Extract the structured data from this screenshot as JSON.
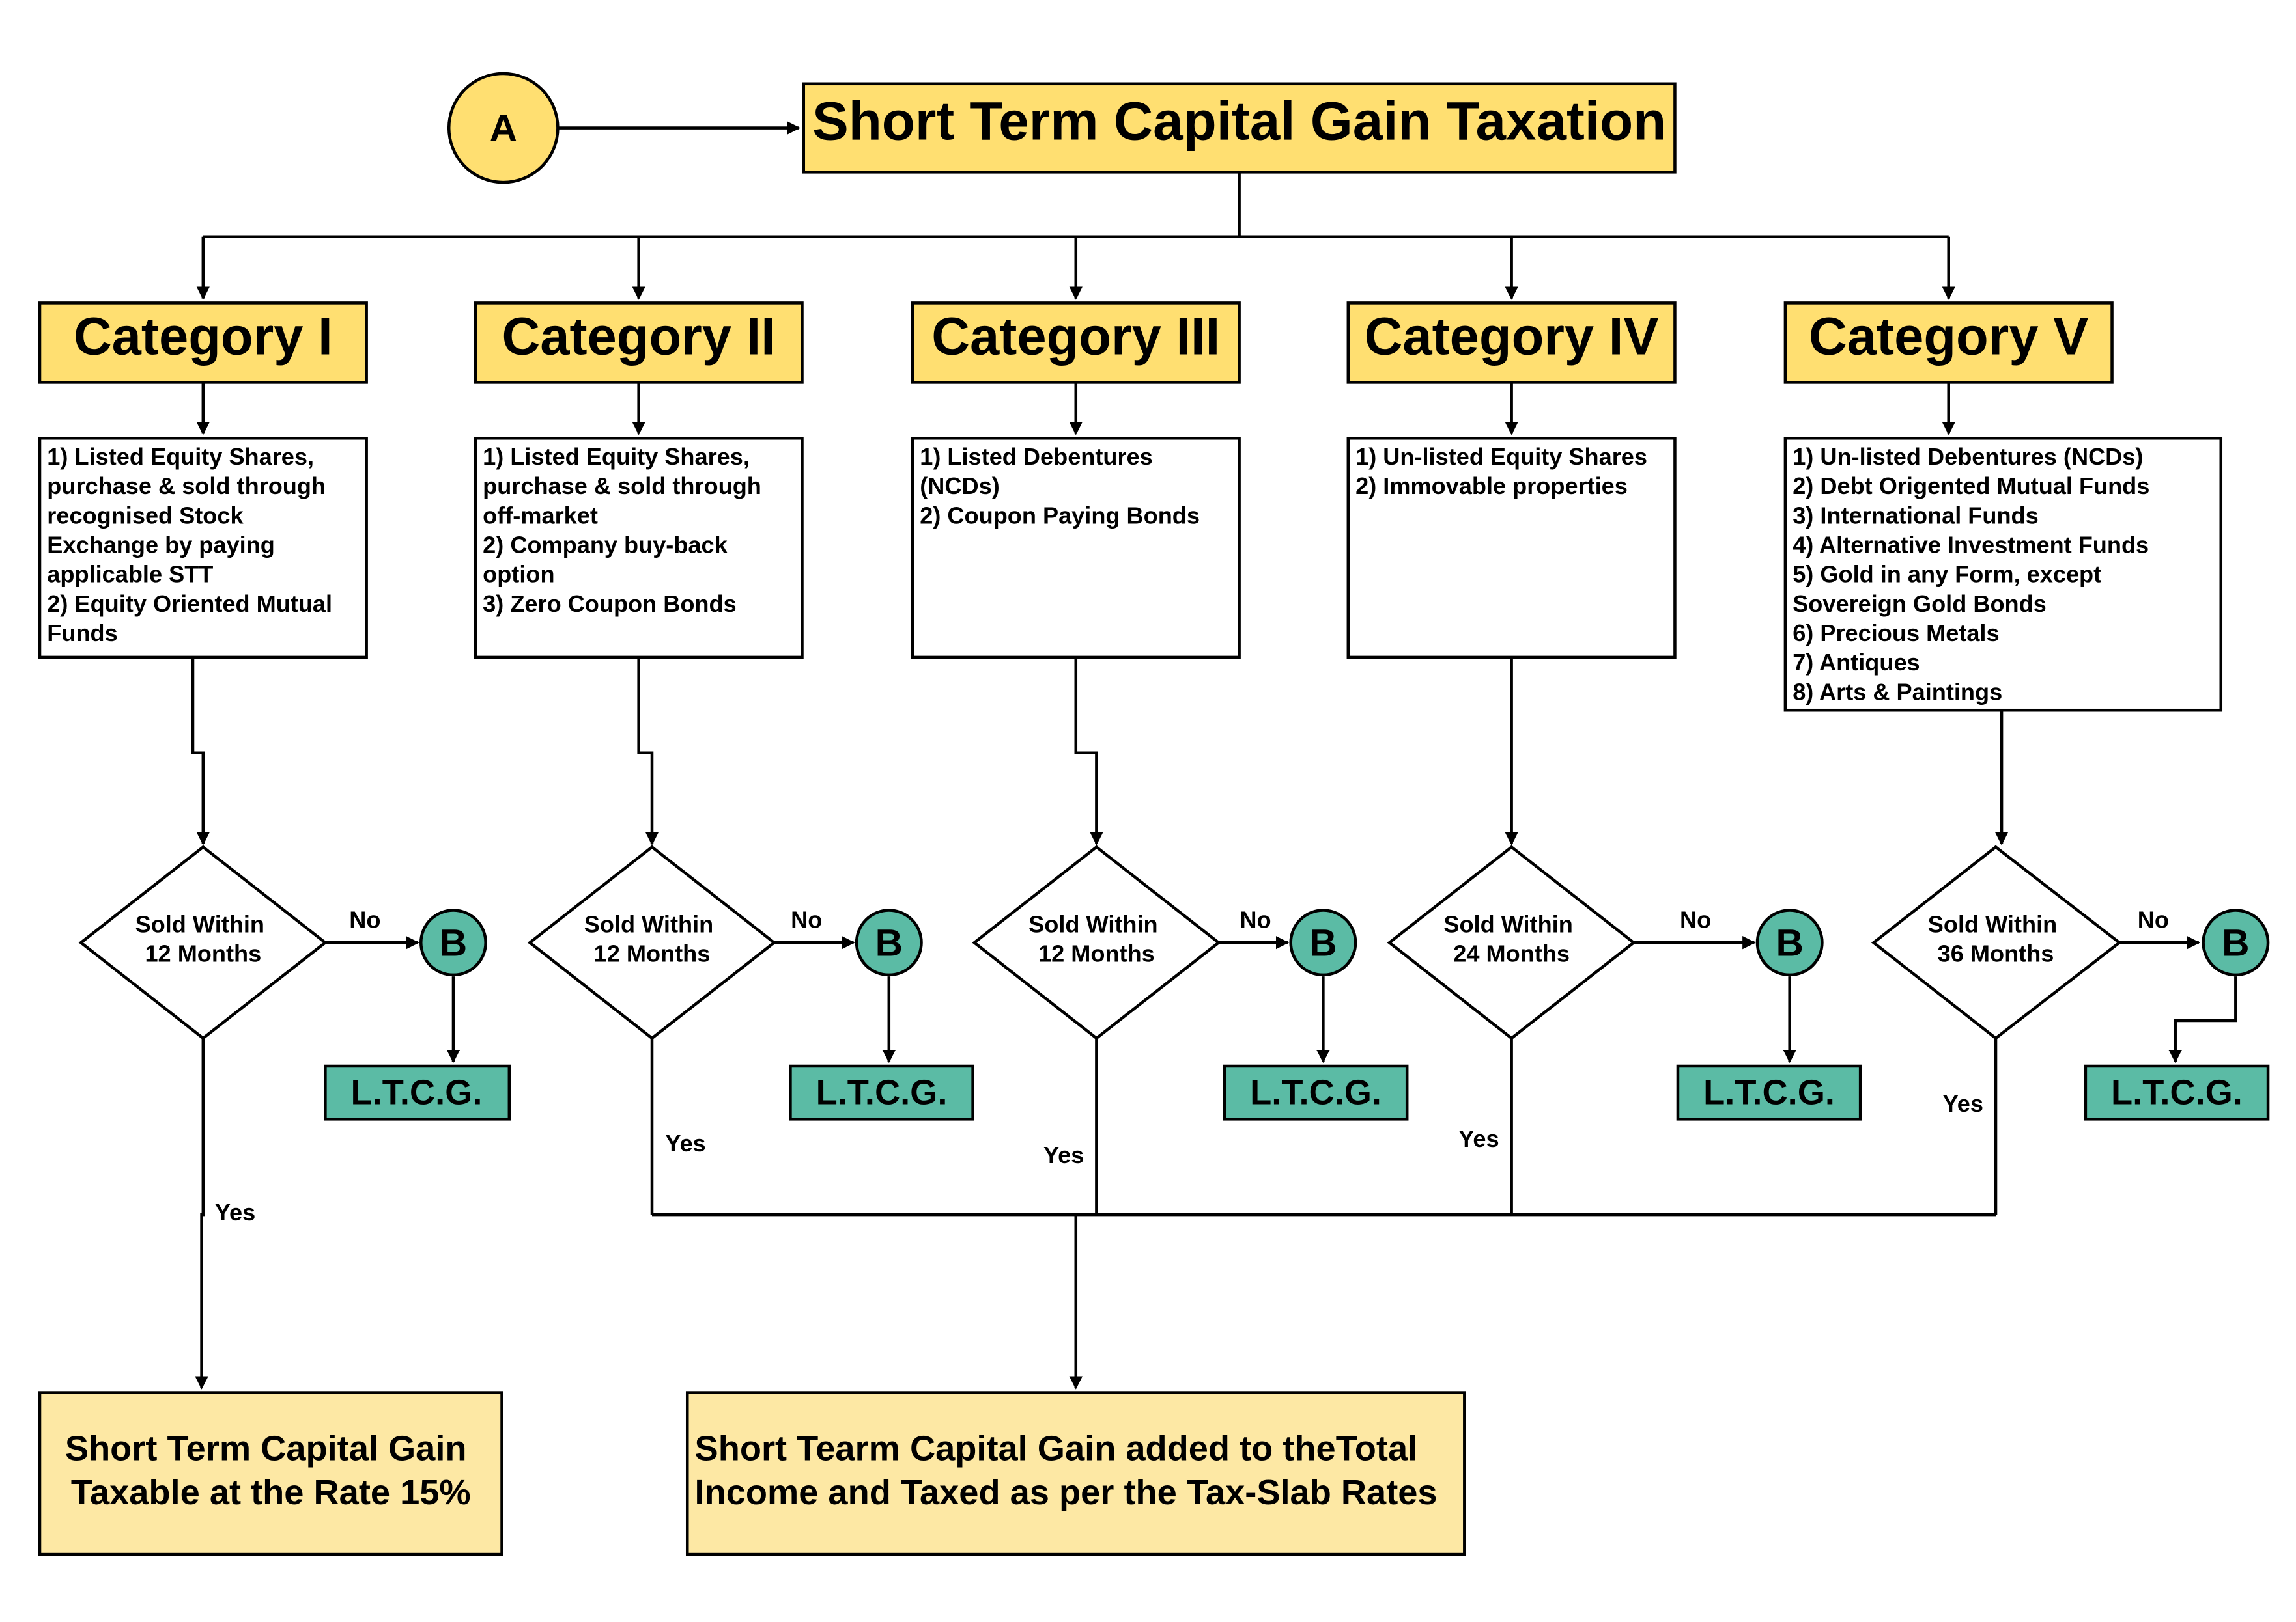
{
  "connector_a": "A",
  "connector_b": "B",
  "title": "Short Term Capital Gain Taxation",
  "ltcg_label": "L.T.C.G.",
  "labels": {
    "yes": "Yes",
    "no": "No"
  },
  "categories": [
    {
      "name": "Category I",
      "items": [
        "1)  Listed Equity Shares,",
        "purchase & sold through",
        "recognised Stock",
        "Exchange by paying",
        "applicable STT",
        "2)  Equity Oriented Mutual",
        "Funds"
      ],
      "decision": [
        "Sold Within",
        " 12 Months"
      ]
    },
    {
      "name": "Category II",
      "items": [
        "1)  Listed Equity Shares,",
        "purchase & sold through",
        "off-market",
        "2)  Company buy-back",
        "option",
        "3)  Zero Coupon Bonds"
      ],
      "decision": [
        "Sold Within",
        " 12 Months"
      ]
    },
    {
      "name": "Category III",
      "items": [
        "1)  Listed Debentures",
        "(NCDs)",
        "2)  Coupon Paying Bonds"
      ],
      "decision": [
        "Sold Within",
        " 12 Months"
      ]
    },
    {
      "name": "Category IV",
      "items": [
        "1)  Un-listed Equity Shares",
        "2)  Immovable properties"
      ],
      "decision": [
        "Sold Within",
        "24 Months"
      ]
    },
    {
      "name": "Category V",
      "items": [
        "1)  Un-listed Debentures (NCDs)",
        "2)  Debt Origented Mutual Funds",
        "3)  International Funds",
        "4)  Alternative Investment Funds",
        "5)  Gold in any Form, except",
        "Sovereign Gold Bonds",
        "6)  Precious Metals",
        "7)  Antiques",
        "8)   Arts & Paintings"
      ],
      "decision": [
        "Sold Within",
        " 36 Months"
      ]
    }
  ],
  "results": {
    "flat_rate": [
      "Short Term Capital Gain",
      "Taxable at the Rate 15%"
    ],
    "slab_rate": [
      "Short Tearm Capital Gain added to theTotal",
      "Income and Taxed as per the Tax-Slab Rates"
    ]
  }
}
